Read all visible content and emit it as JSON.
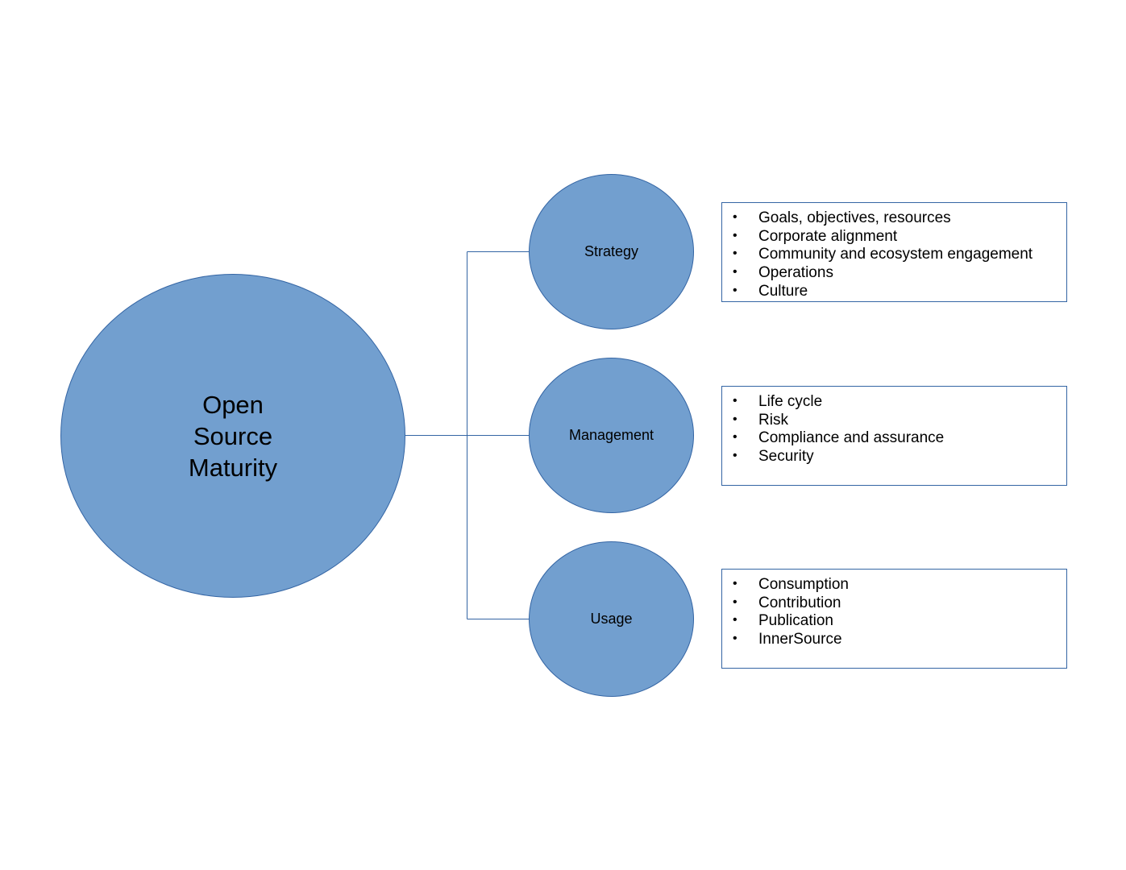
{
  "diagram": {
    "center": {
      "label": "Open Source Maturity"
    },
    "branches": [
      {
        "label": "Strategy",
        "items": [
          "Goals, objectives, resources",
          "Corporate alignment",
          "Community and ecosystem engagement",
          "Operations",
          "Culture"
        ]
      },
      {
        "label": "Management",
        "items": [
          "Life cycle",
          "Risk",
          "Compliance and assurance",
          "Security"
        ]
      },
      {
        "label": "Usage",
        "items": [
          "Consumption",
          "Contribution",
          "Publication",
          "InnerSource"
        ]
      }
    ],
    "colors": {
      "node_fill": "#729fcf",
      "node_border": "#3465a4",
      "connector": "#3465a4"
    }
  }
}
